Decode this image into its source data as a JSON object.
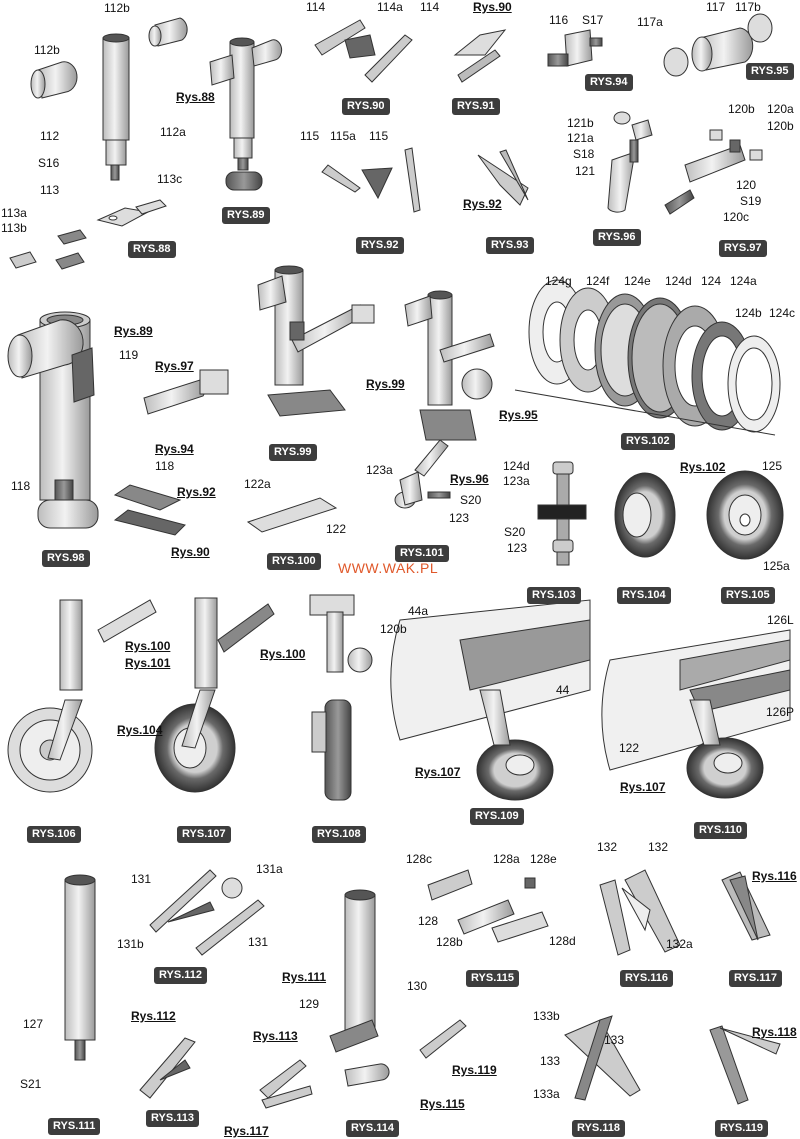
{
  "document": {
    "watermark_url": "WWW.WAK.PL",
    "badges": {
      "b88": "RYS.88",
      "b89": "RYS.89",
      "b90": "RYS.90",
      "b91": "RYS.91",
      "b92": "RYS.92",
      "b93": "RYS.93",
      "b94": "RYS.94",
      "b95": "RYS.95",
      "b96": "RYS.96",
      "b97": "RYS.97",
      "b98": "RYS.98",
      "b99": "RYS.99",
      "b100": "RYS.100",
      "b101": "RYS.101",
      "b102": "RYS.102",
      "b103": "RYS.103",
      "b104": "RYS.104",
      "b105": "RYS.105",
      "b106": "RYS.106",
      "b107": "RYS.107",
      "b108": "RYS.108",
      "b109": "RYS.109",
      "b110": "RYS.110",
      "b111": "RYS.111",
      "b112": "RYS.112",
      "b113": "RYS.113",
      "b114": "RYS.114",
      "b115": "RYS.115",
      "b116": "RYS.116",
      "b117": "RYS.117",
      "b118": "RYS.118",
      "b119": "RYS.119"
    },
    "labels": {
      "l112b_top": "112b",
      "l112b_left": "112b",
      "l112": "112",
      "l112a": "112a",
      "lS16": "S16",
      "l113": "113",
      "l113c": "113c",
      "l113a": "113a",
      "l113b": "113b",
      "lrys88": "Rys.88",
      "l114_l": "114",
      "l114a": "114a",
      "l114_r": "114",
      "lrys90": "Rys.90",
      "l116": "116",
      "lS17": "S17",
      "l117a": "117a",
      "l117": "117",
      "l117b": "117b",
      "l115_l": "115",
      "l115a": "115a",
      "l115_r": "115",
      "lrys92": "Rys.92",
      "l121b": "121b",
      "l121a": "121a",
      "lS18": "S18",
      "l121": "121",
      "l120b_top": "120b",
      "l120a": "120a",
      "l120b_r": "120b",
      "l120": "120",
      "lS19": "S19",
      "l120c": "120c",
      "l124g": "124g",
      "l124f": "124f",
      "l124e": "124e",
      "l124d": "124d",
      "l124": "124",
      "l124a": "124a",
      "l124b": "124b",
      "l124c": "124c",
      "lrys89": "Rys.89",
      "l119": "119",
      "lrys97": "Rys.97",
      "lrys94": "Rys.94",
      "l118_a": "118",
      "l118_b": "118",
      "lrys92b": "Rys.92",
      "lrys90b": "Rys.90",
      "l122a": "122a",
      "l122": "122",
      "lrys99": "Rys.99",
      "lrys95": "Rys.95",
      "l123a": "123a",
      "lrys96": "Rys.96",
      "lS20": "S20",
      "l123": "123",
      "l124d_b": "124d",
      "l123a_b": "123a",
      "lS20_b": "S20",
      "l123_b": "123",
      "lrys102": "Rys.102",
      "l125": "125",
      "l125a": "125a",
      "lrys100a": "Rys.100",
      "lrys101a": "Rys.101",
      "lrys104": "Rys.104",
      "lrys100b": "Rys.100",
      "l44a": "44a",
      "l120b_c": "120b",
      "l44": "44",
      "lrys107a": "Rys.107",
      "l126L": "126L",
      "l126P": "126P",
      "l122_c": "122",
      "lrys107b": "Rys.107",
      "l131": "131",
      "l131a": "131a",
      "l131b": "131b",
      "l131_r": "131",
      "l128c": "128c",
      "l128a": "128a",
      "l128e": "128e",
      "l128": "128",
      "l128b": "128b",
      "l128d": "128d",
      "l132_l": "132",
      "l132_r": "132",
      "l132a": "132a",
      "lrys116": "Rys.116",
      "l127": "127",
      "lS21": "S21",
      "lrys112": "Rys.112",
      "lrys111": "Rys.111",
      "l130": "130",
      "l129": "129",
      "lrys113": "Rys.113",
      "lrys119": "Rys.119",
      "lrys115": "Rys.115",
      "lrys117": "Rys.117",
      "l133b": "133b",
      "l133_l": "133",
      "l133_r": "133",
      "l133a": "133a",
      "lrys118": "Rys.118"
    }
  }
}
